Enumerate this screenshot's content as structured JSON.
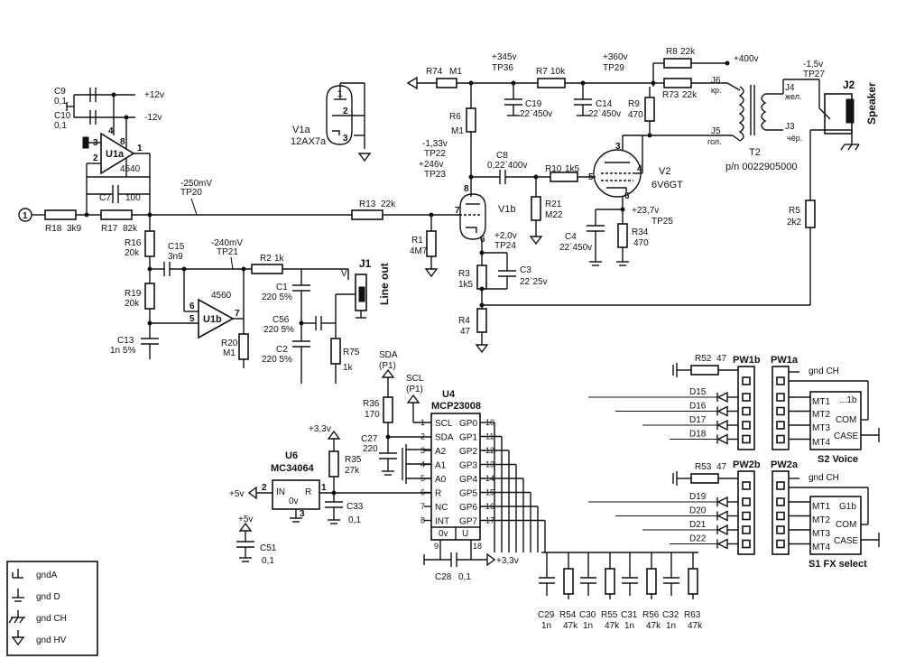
{
  "labels": {
    "c9": "C9",
    "c9v": "0,1",
    "c10": "C10",
    "c10v": "0,1",
    "p12": "+12v",
    "m12": "-12v",
    "u1a": "U1a",
    "ic4540": "4540",
    "pin3": "3",
    "pin2": "2",
    "pin8": "8",
    "pin4": "4",
    "pin1": "1",
    "c7": "C7",
    "c7v": "100",
    "tp20v": "-250mV",
    "tp20": "TP20",
    "r18": "R18",
    "r18v": "3k9",
    "r17": "R17",
    "r17v": "82k",
    "r13": "R13",
    "r13v": "22k",
    "r16": "R16",
    "r16v": "20k",
    "r19": "R19",
    "r19v": "20k",
    "c15": "C15",
    "c15v": "3n9",
    "tp21v": "-240mV",
    "tp21": "TP21",
    "r2": "R2",
    "r2v": "1k",
    "ic4560": "4560",
    "u1b": "U1b",
    "pin6": "6",
    "pin5": "5",
    "pin7": "7",
    "c13": "C13",
    "c13v": "1n 5%",
    "r20": "R20",
    "r20v": "M1",
    "c1": "C1",
    "c1v": "220 5%",
    "c56": "C56",
    "c56v": "220 5%",
    "c2": "C2",
    "c2v": "220 5%",
    "r75": "R75",
    "r75v": "1k",
    "j1": "J1",
    "lineout": "Line out",
    "vmark": "V",
    "v1a": "V1a",
    "v1atype": "12AX7a",
    "r74": "R74",
    "m1": "M1",
    "v345": "+345v",
    "tp36": "TP36",
    "r7": "R7",
    "r7v": "10k",
    "v360": "+360v",
    "tp29": "TP29",
    "r8": "R8",
    "r8v": "22k",
    "v400": "+400v",
    "r73": "R73",
    "r73v": "22k",
    "c19": "C19",
    "c19v": "22`450v",
    "c14": "C14",
    "c14v": "22`450v",
    "r9": "R9",
    "r9v": "470",
    "r6": "R6",
    "r6v": "M1",
    "tp22v": "-1,33v",
    "tp22": "TP22",
    "tp23v": "+246v",
    "tp23": "TP23",
    "c8": "C8",
    "c8v": "0,22`400v",
    "r10": "R10",
    "r10v": "1k5",
    "r21": "R21",
    "r21v": "M22",
    "v1b": "V1b",
    "v2": "V2",
    "v2type": "6V6GT",
    "r1": "R1",
    "r1v": "4M7",
    "tp24v": "+2,0v",
    "tp24": "TP24",
    "r3": "R3",
    "r3v": "1k5",
    "c3": "C3",
    "c3v": "22`25v",
    "r4": "R4",
    "r4v": "47",
    "tp25v": "+23,7v",
    "tp25": "TP25",
    "c4": "C4",
    "c4v": "22`450v",
    "r34": "R34",
    "r34v": "470",
    "j6": "J6",
    "kr": "кр.",
    "j5": "J5",
    "gol": "гол.",
    "t2": "T2",
    "pn": "p/n 0022905000",
    "tp27v": "-1,5v",
    "tp27": "TP27",
    "j4": "J4",
    "zhel": "жел.",
    "j3": "J3",
    "cher": "чёр.",
    "j2": "J2",
    "speaker": "Speaker",
    "r5": "R5",
    "r5v": "2k2",
    "sda": "SDA",
    "p1": "(P1)",
    "scl": "SCL",
    "r36": "R36",
    "r36v": "170",
    "u4": "U4",
    "mcp": "MCP23008",
    "p33a": "+3,3v",
    "p33b": "+3,3v",
    "c27": "C27",
    "c27v": "220",
    "r35": "R35",
    "r35v": "27k",
    "u6": "U6",
    "mc34064": "MC34064",
    "in": "IN",
    "r_pin": "R",
    "ov": "0v",
    "p5a": "+5v",
    "p5b": "+5v",
    "c33": "C33",
    "c33v": "0,1",
    "c51": "C51",
    "c51v": "0,1",
    "c28": "C28",
    "c28v": "0,1",
    "r52": "R52",
    "r52v": "47",
    "r53": "R53",
    "r53v": "47",
    "pw1b": "PW1b",
    "pw1a": "PW1a",
    "pw2b": "PW2b",
    "pw2a": "PW2a",
    "gndch1": "gnd CH",
    "gndch2": "gnd CH",
    "d15": "D15",
    "d16": "D16",
    "d17": "D17",
    "d18": "D18",
    "d19": "D19",
    "d20": "D20",
    "d21": "D21",
    "d22": "D22",
    "mt1a": "MT1",
    "mt2a": "MT2",
    "mt3a": "MT3",
    "mt4a": "MT4",
    "mt1b": "MT1",
    "mt2b": "MT2",
    "mt3b": "MT3",
    "mt4b": "MT4",
    "sw1b": "...1b",
    "com1": "COM",
    "case1": "CASE",
    "g1b": "G1b",
    "com2": "COM",
    "case2": "CASE",
    "s2": "S2  Voice",
    "s1": "S1  FX select",
    "in1": "1",
    "legend": [
      "gndA",
      "gnd D",
      "gnd CH",
      "gnd HV"
    ]
  },
  "u4pins": {
    "left": [
      [
        "1",
        "SCL"
      ],
      [
        "2",
        "SDA"
      ],
      [
        "3",
        "A2"
      ],
      [
        "4",
        "A1"
      ],
      [
        "5",
        "A0"
      ],
      [
        "6",
        "R"
      ],
      [
        "7",
        "NC"
      ],
      [
        "8",
        "INT"
      ]
    ],
    "right": [
      [
        "10",
        "GP0"
      ],
      [
        "11",
        "GP1"
      ],
      [
        "12",
        "GP2"
      ],
      [
        "13",
        "GP3"
      ],
      [
        "14",
        "GP4"
      ],
      [
        "15",
        "GP5"
      ],
      [
        "16",
        "GP6"
      ],
      [
        "17",
        "GP7"
      ]
    ],
    "bottom": [
      "9",
      "0v",
      "U",
      "18"
    ]
  },
  "bottomParts": [
    [
      "C29",
      "1n"
    ],
    [
      "R54",
      "47k"
    ],
    [
      "C30",
      "1n"
    ],
    [
      "R55",
      "47k"
    ],
    [
      "C31",
      "1n"
    ],
    [
      "R56",
      "47k"
    ],
    [
      "C32",
      "1n"
    ],
    [
      "R63",
      "47k"
    ]
  ]
}
